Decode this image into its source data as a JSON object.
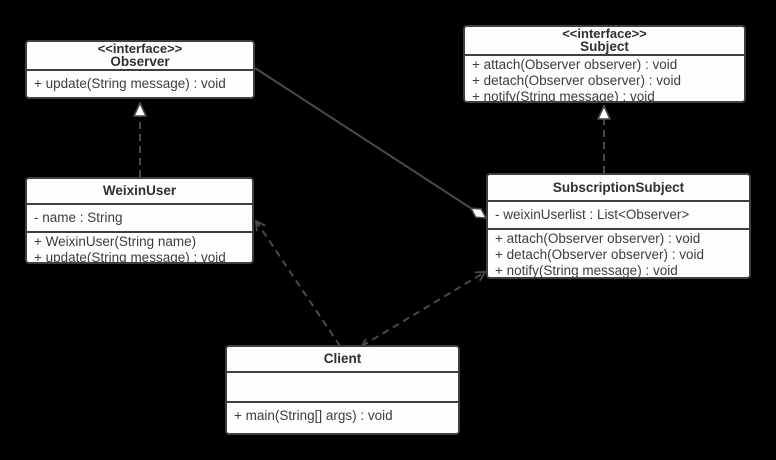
{
  "colors": {
    "background": "#000000",
    "box_fill": "#fefefe",
    "box_border": "#3f3f3f",
    "connector": "#4a4a4a",
    "text": "#3d3d3d"
  },
  "classes": {
    "observer": {
      "stereotype": "<<interface>>",
      "name": "Observer",
      "attributes": [],
      "methods": [
        "+ update(String message) : void"
      ]
    },
    "subject": {
      "stereotype": "<<interface>>",
      "name": "Subject",
      "attributes": [],
      "methods": [
        "+ attach(Observer observer) : void",
        "+ detach(Observer observer) : void",
        "+ notify(String message) : void"
      ]
    },
    "weixinuser": {
      "name": "WeixinUser",
      "attributes": [
        "- name : String"
      ],
      "methods": [
        "+ WeixinUser(String name)",
        "+ update(String message) : void"
      ]
    },
    "subscriptionsubject": {
      "name": "SubscriptionSubject",
      "attributes": [
        "- weixinUserlist : List<Observer>"
      ],
      "methods": [
        "+ attach(Observer observer) : void",
        "+ detach(Observer observer) : void",
        "+ notify(String message) : void"
      ]
    },
    "client": {
      "name": "Client",
      "attributes": [],
      "methods": [
        "+ main(String[] args) : void"
      ]
    }
  },
  "relationships": [
    {
      "from": "WeixinUser",
      "to": "Observer",
      "type": "realization"
    },
    {
      "from": "SubscriptionSubject",
      "to": "Subject",
      "type": "realization"
    },
    {
      "from": "SubscriptionSubject",
      "to": "Observer",
      "type": "aggregation"
    },
    {
      "from": "Client",
      "to": "WeixinUser",
      "type": "dependency"
    },
    {
      "from": "Client",
      "to": "SubscriptionSubject",
      "type": "dependency"
    }
  ]
}
